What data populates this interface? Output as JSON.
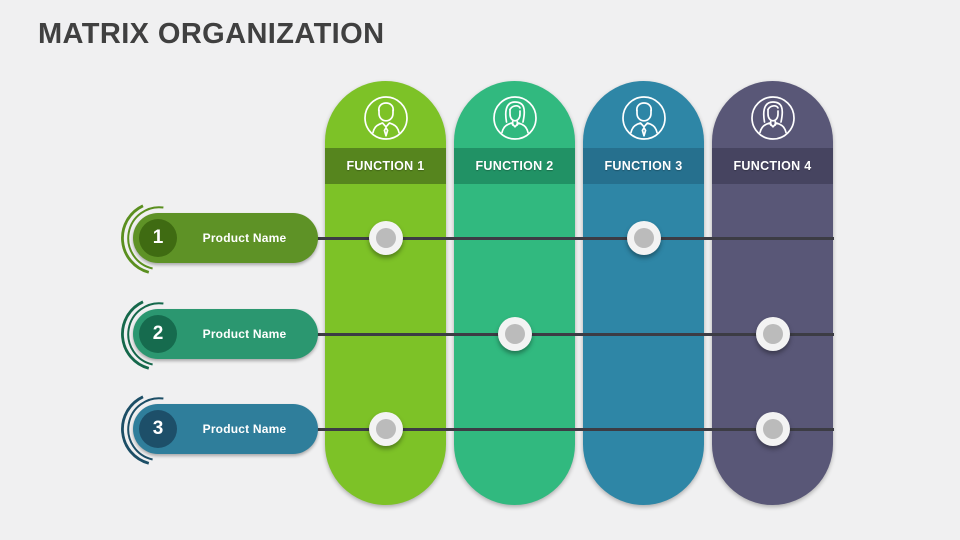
{
  "slide": {
    "title": "MATRIX ORGANIZATION",
    "title_color": "#404040",
    "background": "#F0F0F1"
  },
  "columns": [
    {
      "label": "FUNCTION 1",
      "body_color": "#7DC227",
      "band_color": "#56851E",
      "avatar": "male-avatar"
    },
    {
      "label": "FUNCTION 2",
      "body_color": "#31B97F",
      "band_color": "#219265",
      "avatar": "female-avatar"
    },
    {
      "label": "FUNCTION 3",
      "body_color": "#2E86A6",
      "band_color": "#26708E",
      "avatar": "male-avatar"
    },
    {
      "label": "FUNCTION 4",
      "body_color": "#595777",
      "band_color": "#464460",
      "avatar": "female-avatar"
    }
  ],
  "rows": [
    {
      "number": "1",
      "label": "Product Name",
      "pill_color": "#5E9226",
      "circle_color": "#3F6B12",
      "arc_color": "#5A8F1F",
      "dots": [
        0,
        2
      ]
    },
    {
      "number": "2",
      "label": "Product Name",
      "pill_color": "#2B9770",
      "circle_color": "#166B4E",
      "arc_color": "#15684B",
      "dots": [
        1,
        3
      ]
    },
    {
      "number": "3",
      "label": "Product Name",
      "pill_color": "#2F7E9B",
      "circle_color": "#1D4F69",
      "arc_color": "#1C4E66",
      "dots": [
        0,
        3
      ]
    }
  ],
  "connector": {
    "line_color": "#3C3C44",
    "dot_outer": "#F3F3F3",
    "dot_inner": "#BBBBBB"
  }
}
